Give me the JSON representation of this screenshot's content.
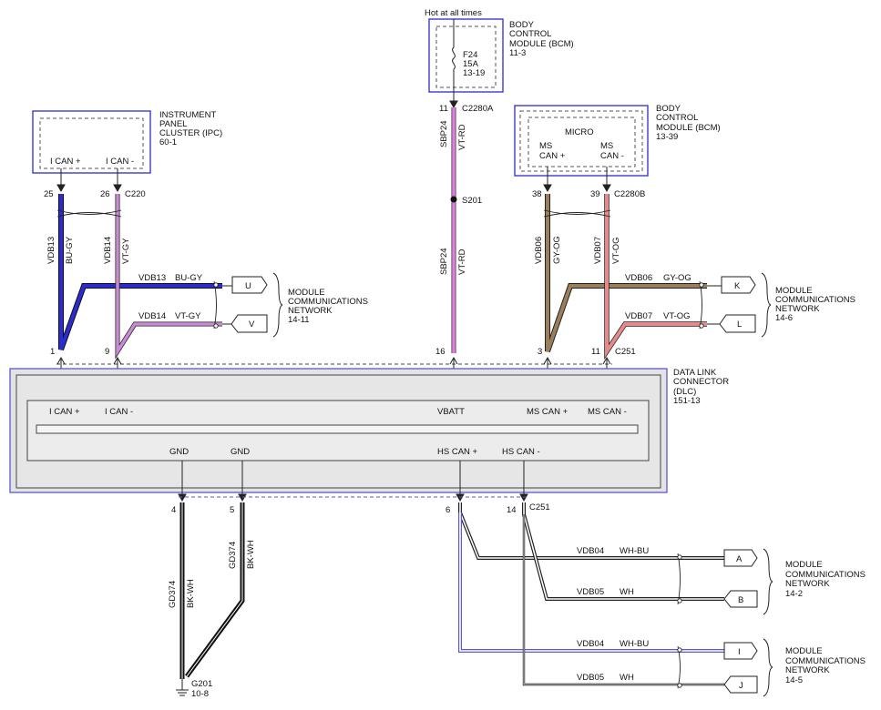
{
  "modules": {
    "ipc": {
      "title_lines": [
        "INSTRUMENT",
        "PANEL",
        "CLUSTER (IPC)",
        "60-1"
      ],
      "pin_plus": "I CAN +",
      "pin_minus": "I CAN -"
    },
    "bcm_top": {
      "hot_label": "Hot at all times",
      "title_lines": [
        "BODY",
        "CONTROL",
        "MODULE (BCM)",
        "11-3"
      ],
      "fuse_lines": [
        "F24",
        "15A",
        "13-19"
      ]
    },
    "bcm_right": {
      "title_lines": [
        "BODY",
        "CONTROL",
        "MODULE (BCM)",
        "13-39"
      ],
      "micro": "MICRO",
      "pin_plus": [
        "MS",
        "CAN +"
      ],
      "pin_minus": [
        "MS",
        "CAN -"
      ]
    },
    "dlc": {
      "title_lines": [
        "DATA LINK",
        "CONNECTOR",
        "(DLC)",
        "151-13"
      ],
      "pins_top": [
        "I CAN +",
        "I CAN -",
        "VBATT",
        "MS CAN +",
        "MS CAN -"
      ],
      "pins_bottom": [
        "GND",
        "GND",
        "HS CAN +",
        "HS CAN -"
      ]
    }
  },
  "connectors": {
    "c220": "C220",
    "c2280a": "C2280A",
    "c2280b": "C2280B",
    "c251_top": "C251",
    "c251_bottom": "C251",
    "s201": "S201",
    "g201_lines": [
      "G201",
      "10-8"
    ]
  },
  "pins": {
    "ipc_25": "25",
    "ipc_26": "26",
    "bcm_11": "11",
    "bcm_38": "38",
    "bcm_39": "39",
    "dlc_1": "1",
    "dlc_9": "9",
    "dlc_16": "16",
    "dlc_3": "3",
    "dlc_11": "11",
    "dlc_4": "4",
    "dlc_5": "5",
    "dlc_6": "6",
    "dlc_14": "14"
  },
  "wires": {
    "vdb13": {
      "circuit": "VDB13",
      "color": "BU-GY",
      "hex": "#2b2bd0"
    },
    "vdb14": {
      "circuit": "VDB14",
      "color": "VT-GY",
      "hex": "#c98ad6"
    },
    "sbp24": {
      "circuit": "SBP24",
      "color": "VT-RD",
      "hex": "#e07fe0"
    },
    "vdb06": {
      "circuit": "VDB06",
      "color": "GY-OG",
      "hex": "#9a7f5a"
    },
    "vdb07": {
      "circuit": "VDB07",
      "color": "VT-OG",
      "hex": "#e58a8a"
    },
    "gd374": {
      "circuit": "GD374",
      "color": "BK-WH",
      "hex": "#111111"
    },
    "vdb04": {
      "circuit": "VDB04",
      "color": "WH-BU",
      "hex": "#6a6ad8"
    },
    "vdb05": {
      "circuit": "VDB05",
      "color": "WH",
      "hex": "#444444"
    }
  },
  "flags": {
    "u": "U",
    "v": "V",
    "k": "K",
    "l": "L",
    "a": "A",
    "b": "B",
    "i": "I",
    "j": "J"
  },
  "networks": {
    "n14_11": [
      "MODULE",
      "COMMUNICATIONS",
      "NETWORK",
      "14-11"
    ],
    "n14_6": [
      "MODULE",
      "COMMUNICATIONS",
      "NETWORK",
      "14-6"
    ],
    "n14_2": [
      "MODULE",
      "COMMUNICATIONS",
      "NETWORK",
      "14-2"
    ],
    "n14_5": [
      "MODULE",
      "COMMUNICATIONS",
      "NETWORK",
      "14-5"
    ]
  }
}
